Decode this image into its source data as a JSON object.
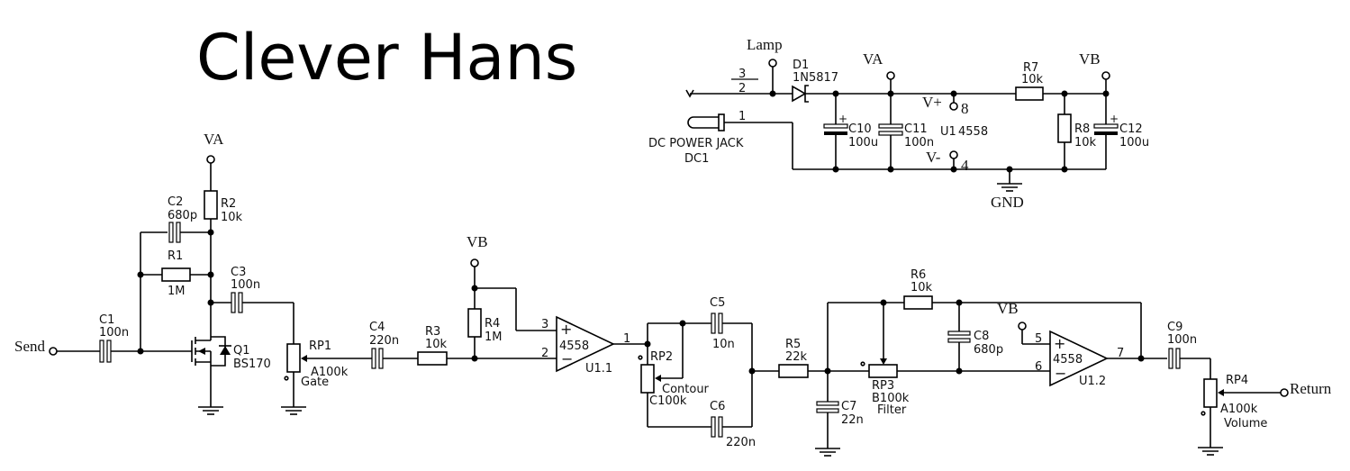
{
  "title": "Clever Hans",
  "nets": {
    "send": "Send",
    "return": "Return",
    "va_input": "VA",
    "vb_bias": "VB",
    "vb_u12": "VB",
    "lamp": "Lamp",
    "va_supply": "VA",
    "vb_supply": "VB",
    "gnd": "GND",
    "vplus": "V+",
    "vminus": "V-"
  },
  "components": {
    "C1": {
      "ref": "C1",
      "value": "100n"
    },
    "C2": {
      "ref": "C2",
      "value": "680p"
    },
    "C3": {
      "ref": "C3",
      "value": "100n"
    },
    "C4": {
      "ref": "C4",
      "value": "220n"
    },
    "C5": {
      "ref": "C5",
      "value": "10n"
    },
    "C6": {
      "ref": "C6",
      "value": "220n"
    },
    "C7": {
      "ref": "C7",
      "value": "22n"
    },
    "C8": {
      "ref": "C8",
      "value": "680p"
    },
    "C9": {
      "ref": "C9",
      "value": "100n"
    },
    "C10": {
      "ref": "C10",
      "value": "100u"
    },
    "C11": {
      "ref": "C11",
      "value": "100n"
    },
    "C12": {
      "ref": "C12",
      "value": "100u"
    },
    "R1": {
      "ref": "R1",
      "value": "1M"
    },
    "R2": {
      "ref": "R2",
      "value": "10k"
    },
    "R3": {
      "ref": "R3",
      "value": "10k"
    },
    "R4": {
      "ref": "R4",
      "value": "1M"
    },
    "R5": {
      "ref": "R5",
      "value": "22k"
    },
    "R6": {
      "ref": "R6",
      "value": "10k"
    },
    "R7": {
      "ref": "R7",
      "value": "10k"
    },
    "R8": {
      "ref": "R8",
      "value": "10k"
    },
    "RP1": {
      "ref": "RP1",
      "value": "A100k",
      "name": "Gate"
    },
    "RP2": {
      "ref": "RP2",
      "value": "C100k",
      "name": "Contour"
    },
    "RP3": {
      "ref": "RP3",
      "value": "B100k",
      "name": "Filter"
    },
    "RP4": {
      "ref": "RP4",
      "value": "A100k",
      "name": "Volume"
    },
    "Q1": {
      "ref": "Q1",
      "value": "BS170"
    },
    "D1": {
      "ref": "D1",
      "value": "1N5817"
    },
    "U11": {
      "ref": "U1.1",
      "value": "4558",
      "pins": {
        "plus": "3",
        "minus": "2",
        "out": "1"
      }
    },
    "U12": {
      "ref": "U1.2",
      "value": "4558",
      "pins": {
        "plus": "5",
        "minus": "6",
        "out": "7"
      }
    },
    "U1pwr": {
      "ref": "U1",
      "value": "4558",
      "pin_vplus": "8",
      "pin_vminus": "4"
    },
    "DC1": {
      "ref": "DC1",
      "name": "DC POWER JACK",
      "pins": [
        "1",
        "2",
        "3"
      ]
    }
  }
}
